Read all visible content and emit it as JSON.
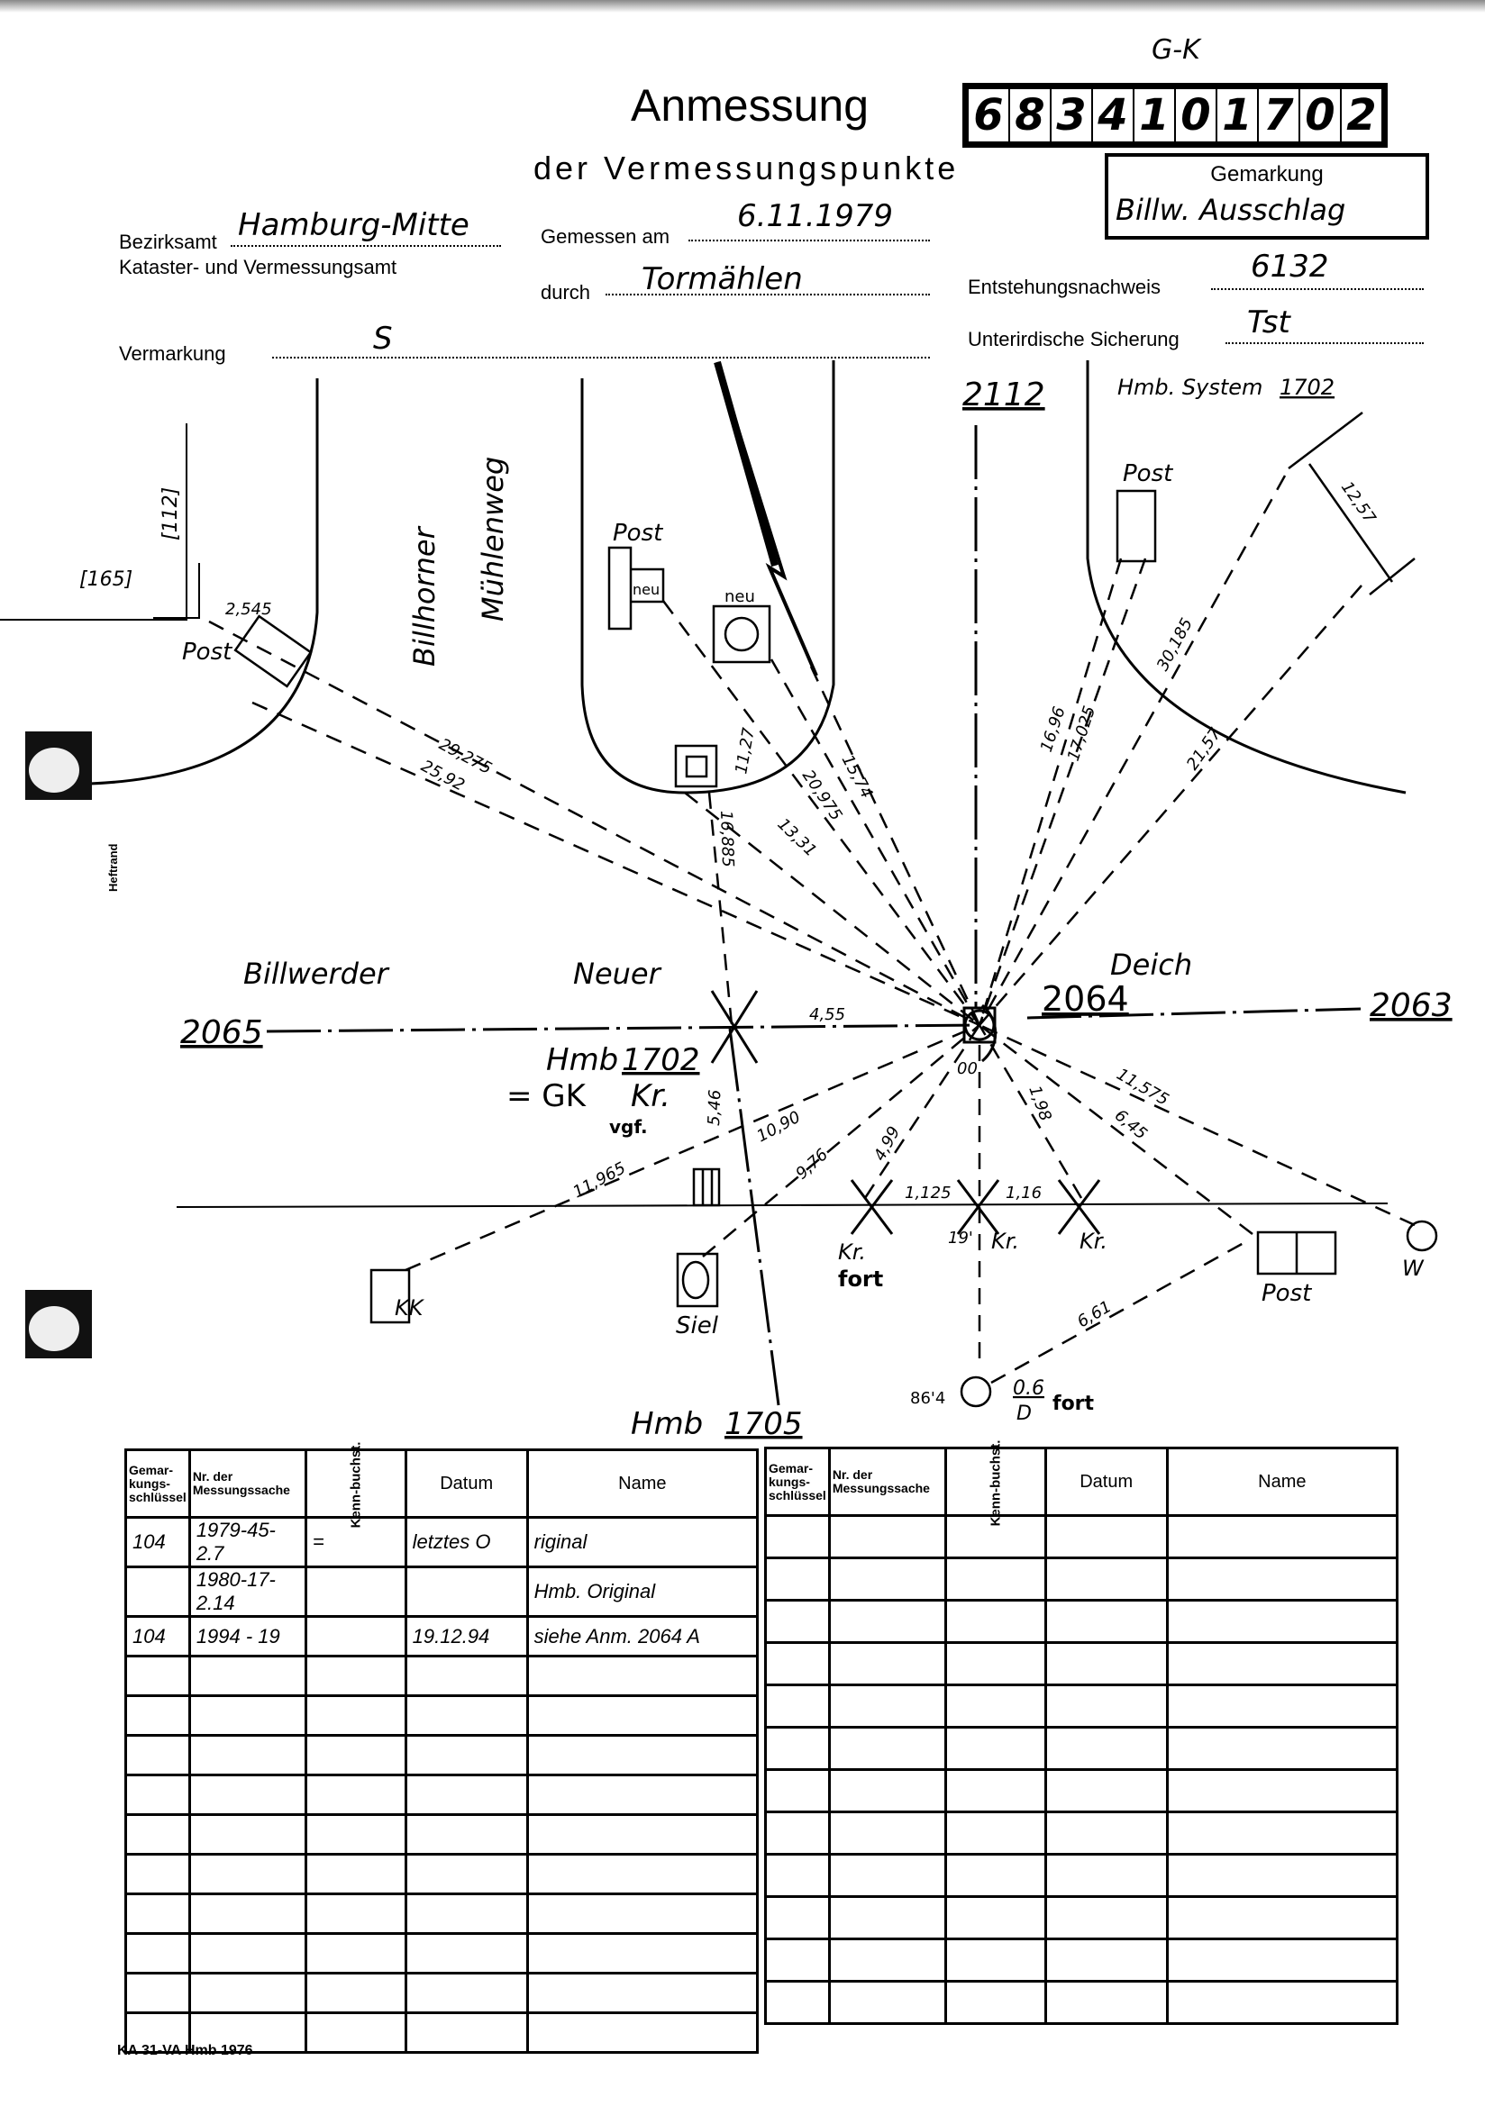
{
  "header": {
    "title": "Anmessung",
    "subtitle": "der Vermessungspunkte",
    "gk_label": "G-K",
    "point_number_digits": [
      "6",
      "8",
      "3",
      "4",
      "1",
      "0",
      "1",
      "7",
      "0",
      "2"
    ],
    "gemarkung_label": "Gemarkung",
    "gemarkung_value": "Billw. Ausschlag"
  },
  "fields": {
    "bezirksamt_label": "Bezirksamt",
    "bezirksamt_value": "Hamburg-Mitte",
    "kataster_label": "Kataster- und Vermessungsamt",
    "gemessen_am_label": "Gemessen am",
    "gemessen_am_value": "6.11.1979",
    "durch_label": "durch",
    "durch_value": "Tormählen",
    "entstehung_label": "Entstehungsnachweis",
    "entstehung_value": "6132",
    "sicherung_label": "Unterirdische Sicherung",
    "sicherung_value": "Tst",
    "vermarkung_label": "Vermarkung",
    "vermarkung_value": "S"
  },
  "sketch": {
    "street_1a": "Billhorner",
    "street_1b": "Mühlenweg",
    "street_2a": "Billwerder",
    "street_2b": "Neuer",
    "street_2c": "Deich",
    "point_2112": "2112",
    "point_2064": "2064",
    "point_2065": "2065",
    "point_2063": "2063",
    "hmb_system_label": "Hmb. System",
    "hmb_system_value": "1702",
    "hmb_1702_a": "Hmb",
    "hmb_1702_b": "1702",
    "gk_eq": "= GK",
    "kr": "Kr.",
    "vgf": "vgf.",
    "hmb_1705_a": "Hmb",
    "hmb_1705_b": "1705",
    "bracket_165": "[165]",
    "bracket_112": "[112]",
    "post": "Post",
    "neu": "neu",
    "kk": "KK",
    "siel": "Siel",
    "w": "W",
    "kr_fort_a": "Kr.",
    "kr_fort_b": "fort",
    "oo": "00",
    "d19": "19'",
    "d864": "86'4",
    "fort_frac_num": "0.6",
    "fort_frac_den": "D",
    "fort": "fort",
    "measurements": {
      "m2545": "2,545",
      "m29275": "29,275",
      "m2592": "25,92",
      "m1127": "11,27",
      "m20975": "20,975",
      "m1574": "15,74",
      "m16885": "16,885",
      "m1331": "13,31",
      "m1696": "16,96",
      "m17025": "17,025",
      "m30185": "30,185",
      "m2157": "21,57",
      "m1257": "12,57",
      "m455": "4,55",
      "m546": "5,46",
      "m1090": "10,90",
      "m11965": "11,965",
      "m976": "9,76",
      "m499": "4,99",
      "m1125": "1,125",
      "m116": "1,16",
      "m198": "1,98",
      "m645": "6,45",
      "m11575": "11,575",
      "m661": "6,61"
    }
  },
  "table_left": {
    "headers": [
      "Gemar-kungs-schlüssel",
      "Nr. der Messungssache",
      "Kenn-buchst.",
      "Datum",
      "Name"
    ],
    "rows": [
      [
        "104",
        "1979-45-2.7",
        "=",
        "letztes O",
        "riginal"
      ],
      [
        "",
        "1980-17-2.14",
        "",
        "",
        "Hmb. Original"
      ],
      [
        "104",
        "1994 - 19",
        "",
        "19.12.94",
        "siehe Anm. 2064 A"
      ],
      [
        "",
        "",
        "",
        "",
        ""
      ],
      [
        "",
        "",
        "",
        "",
        ""
      ],
      [
        "",
        "",
        "",
        "",
        ""
      ],
      [
        "",
        "",
        "",
        "",
        ""
      ],
      [
        "",
        "",
        "",
        "",
        ""
      ],
      [
        "",
        "",
        "",
        "",
        ""
      ],
      [
        "",
        "",
        "",
        "",
        ""
      ],
      [
        "",
        "",
        "",
        "",
        ""
      ],
      [
        "",
        "",
        "",
        "",
        ""
      ],
      [
        "",
        "",
        "",
        "",
        ""
      ]
    ]
  },
  "table_right": {
    "headers": [
      "Gemar-kungs-schlüssel",
      "Nr. der Messungssache",
      "Kenn-buchst.",
      "Datum",
      "Name"
    ],
    "rows": [
      [
        "",
        "",
        "",
        "",
        ""
      ],
      [
        "",
        "",
        "",
        "",
        ""
      ],
      [
        "",
        "",
        "",
        "",
        ""
      ],
      [
        "",
        "",
        "",
        "",
        ""
      ],
      [
        "",
        "",
        "",
        "",
        ""
      ],
      [
        "",
        "",
        "",
        "",
        ""
      ],
      [
        "",
        "",
        "",
        "",
        ""
      ],
      [
        "",
        "",
        "",
        "",
        ""
      ],
      [
        "",
        "",
        "",
        "",
        ""
      ],
      [
        "",
        "",
        "",
        "",
        ""
      ],
      [
        "",
        "",
        "",
        "",
        ""
      ],
      [
        "",
        "",
        "",
        "",
        ""
      ]
    ]
  },
  "margin": {
    "heftrand": "Heftrand",
    "form_id": "KA 31-VA Hmb 1976"
  }
}
